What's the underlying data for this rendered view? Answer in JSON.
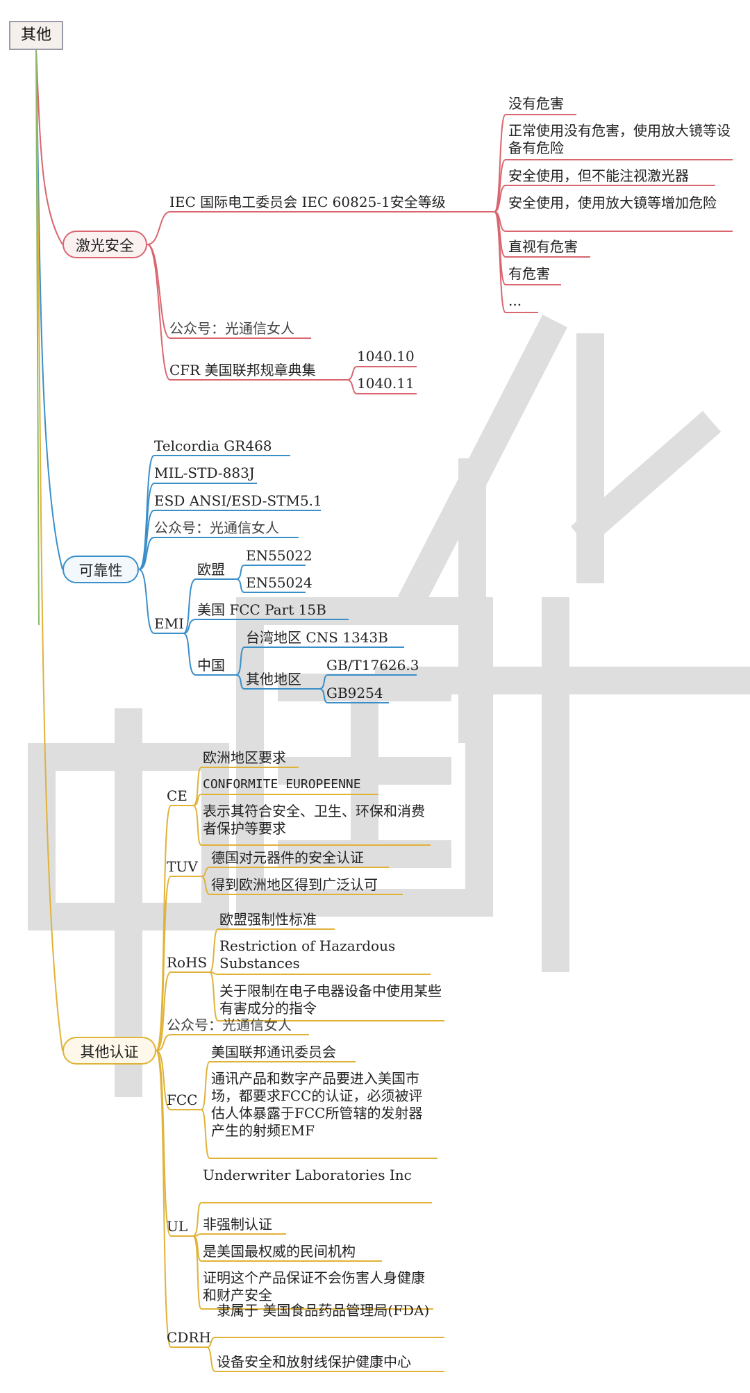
{
  "root": "其他",
  "watermark": "中国华",
  "colors": {
    "laser": "#d9666f",
    "reliability": "#3a8fc9",
    "cert": "#e0b238",
    "watermark": "#dedede"
  },
  "branches": {
    "laser": {
      "label": "激光安全",
      "iec": "IEC  国际电工委员会  IEC 60825-1安全等级",
      "iec_items": [
        "没有危害",
        "正常使用没有危害，使用放大镜等设备有危险",
        "安全使用，但不能注视激光器",
        "安全使用，使用放大镜等增加危险",
        "直视有危害",
        "有危害",
        "..."
      ],
      "pub": "公众号：光通信女人",
      "cfr": "CFR  美国联邦规章典集",
      "cfr_items": [
        "1040.10",
        "1040.11"
      ]
    },
    "reliability": {
      "label": "可靠性",
      "telcordia": "Telcordia  GR468",
      "mil": "MIL-STD-883J",
      "esd": "ESD  ANSI/ESD-STM5.1",
      "pub": "公众号：光通信女人",
      "emi": "EMI",
      "eu": "欧盟",
      "eu_items": [
        "EN55022",
        "EN55024"
      ],
      "us": "美国  FCC Part 15B",
      "china": "中国",
      "taiwan": "台湾地区  CNS 1343B",
      "other_region": "其他地区",
      "other_items": [
        "GB/T17626.3",
        "GB9254"
      ]
    },
    "cert": {
      "label": "其他认证",
      "ce": "CE",
      "ce_items": [
        "欧洲地区要求",
        "CONFORMITE EUROPEENNE",
        "表示其符合安全、卫生、环保和消费者保护等要求"
      ],
      "tuv": "TUV",
      "tuv_items": [
        "德国对元器件的安全认证",
        "得到欧洲地区得到广泛认可"
      ],
      "rohs": "RoHS",
      "rohs_items": [
        "欧盟强制性标准",
        "Restriction of Hazardous Substances",
        "关于限制在电子电器设备中使用某些有害成分的指令"
      ],
      "pub": "公众号：光通信女人",
      "fcc": "FCC",
      "fcc_items": [
        "美国联邦通讯委员会",
        "通讯产品和数字产品要进入美国市场，都要求FCC的认证，必须被评估人体暴露于FCC所管辖的发射器产生的射频EMF"
      ],
      "ul": "UL",
      "ul_items": [
        "Underwriter Laboratories Inc",
        "非强制认证",
        "是美国最权威的民间机构",
        "证明这个产品保证不会伤害人身健康和财产安全"
      ],
      "cdrh": "CDRH",
      "cdrh_items": [
        "隶属于 美国食品药品管理局(FDA)",
        "设备安全和放射线保护健康中心"
      ]
    }
  }
}
